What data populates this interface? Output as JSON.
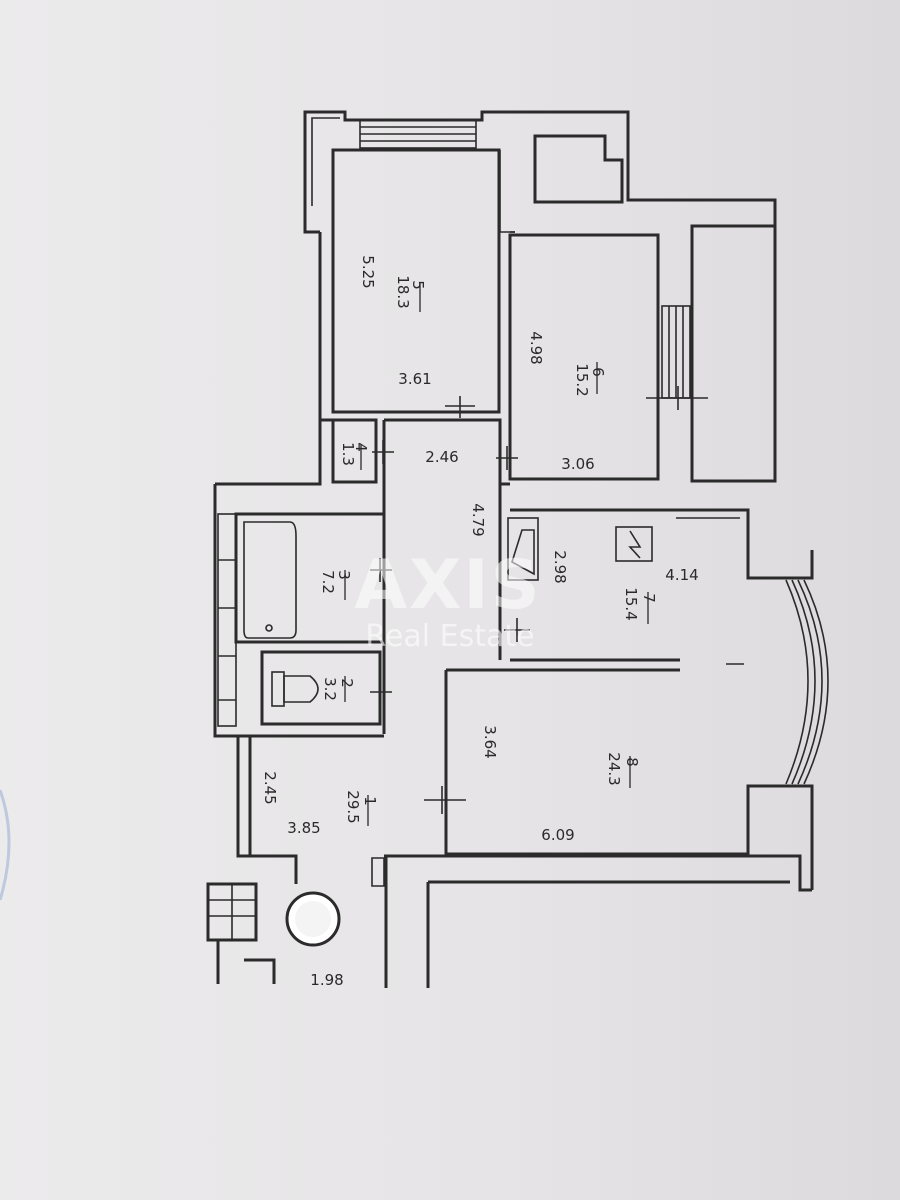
{
  "plan": {
    "rooms": [
      {
        "id": "1",
        "area": "29.5"
      },
      {
        "id": "2",
        "area": "3.2"
      },
      {
        "id": "3",
        "area": "7.2"
      },
      {
        "id": "4",
        "area": "1.3"
      },
      {
        "id": "5",
        "area": "18.3"
      },
      {
        "id": "6",
        "area": "15.2"
      },
      {
        "id": "7",
        "area": "15.4"
      },
      {
        "id": "8",
        "area": "24.3"
      }
    ],
    "dimensions": {
      "d525": "5.25",
      "d361": "3.61",
      "d498": "4.98",
      "d306": "3.06",
      "d246": "2.46",
      "d479": "4.79",
      "d298": "2.98",
      "d414": "4.14",
      "d364": "3.64",
      "d609": "6.09",
      "d245": "2.45",
      "d385": "3.85",
      "d198": "1.98"
    }
  },
  "watermark": {
    "brand": "AXIS",
    "sub": "Real Estate"
  },
  "colors": {
    "paper": "#e9e7e8",
    "ink": "#2b2b2b"
  }
}
